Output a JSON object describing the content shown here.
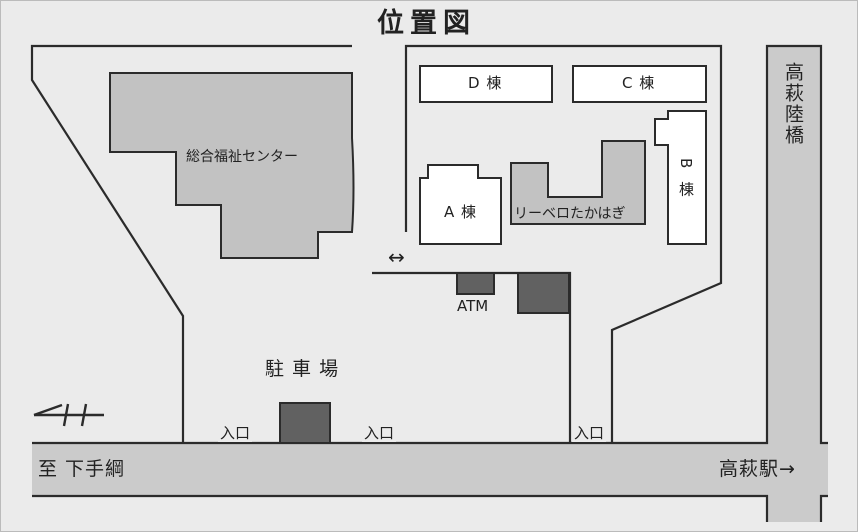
{
  "title": "位置図",
  "buildings": {
    "d_wing": "D 棟",
    "c_wing": "C 棟",
    "b_wing": "B 棟",
    "a_wing": "A 棟",
    "welfare_center": "総合福祉センター",
    "rivero_takahagi": "リーベロたかはぎ"
  },
  "features": {
    "atm": "ATM",
    "parking": "駐 車 場",
    "entrance_left": "入口",
    "entrance_middle": "入口",
    "entrance_right": "入口",
    "overpass": "高萩陸橋",
    "route_west": "至 下手綱",
    "route_east": "高萩駅→",
    "passage_arrow": "↔"
  },
  "colors": {
    "background": "#ebebeb",
    "road": "#cbcbcb",
    "building_gray": "#c2c2c2",
    "facility_dark": "#616161",
    "outline": "#2b2b2b",
    "building_white": "#ffffff"
  }
}
